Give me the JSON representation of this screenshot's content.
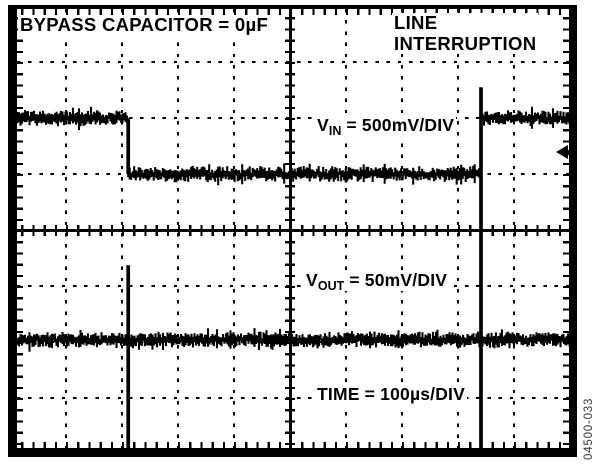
{
  "figure": {
    "bypass_label": "BYPASS CAPACITOR = 0µF",
    "event_label_line1": "LINE",
    "event_label_line2": "INTERRUPTION",
    "vin_label": {
      "prefix": "V",
      "sub": "IN",
      "rest": " = 500mV/DIV"
    },
    "vout_label": {
      "prefix": "V",
      "sub": "OUT",
      "rest": " = 50mV/DIV"
    },
    "time_label": "TIME = 100µs/DIV",
    "figure_number": "04500-033",
    "colors": {
      "trace": "#000000",
      "background": "#ffffff",
      "figure_number": "#3a3a3a"
    }
  },
  "chart_data": {
    "type": "line",
    "title": "Line interruption transient response, bypass capacitor = 0µF",
    "x_axis": {
      "label": "TIME",
      "per_div": 100,
      "units": "µs",
      "divisions": 10,
      "range_us": [
        0,
        1000
      ]
    },
    "y_axes": [
      {
        "name": "VIN",
        "scale_per_div": "500mV"
      },
      {
        "name": "VOUT",
        "scale_per_div": "50mV"
      }
    ],
    "grid": {
      "x_divisions": 10,
      "y_divisions": 8,
      "minor_ticks_per_div": 5,
      "style": "dotted division lines, solid center cross axes with minor ticks, solid border"
    },
    "coords_note": "segment coords: x in divisions from left edge (100µs each), y in divisions above screen center",
    "series": [
      {
        "name": "VIN",
        "segments": [
          {
            "type": "noisy",
            "x1": 0,
            "x2": 2.11,
            "y": 2.0
          },
          {
            "type": "edge",
            "x": 2.11,
            "y1": 2.0,
            "y2": 1.0
          },
          {
            "type": "noisy",
            "x1": 2.11,
            "x2": 8.41,
            "y": 1.0
          },
          {
            "type": "edge",
            "x": 8.41,
            "y1": 2.55,
            "y2": 1.0
          },
          {
            "type": "noisy",
            "x1": 8.41,
            "x2": 10,
            "y": 2.0
          }
        ]
      },
      {
        "name": "VOUT",
        "segments": [
          {
            "type": "noisy",
            "x1": 0,
            "x2": 10,
            "y": -1.96
          },
          {
            "type": "edge",
            "x": 2.11,
            "y1": -0.63,
            "y2": -4.0
          },
          {
            "type": "edge",
            "x": 8.41,
            "y1": 2.55,
            "y2": -4.0
          }
        ]
      }
    ],
    "events": [
      {
        "t_us": 211,
        "name": "line interruption begins (VIN drops 1 div = 500mV)"
      },
      {
        "t_us": 841,
        "name": "line restored (VIN overshoot spike, VOUT glitch)"
      }
    ],
    "markers": {
      "trigger_arrow": {
        "edge": "right",
        "y_div_from_center": 1.4
      }
    }
  }
}
